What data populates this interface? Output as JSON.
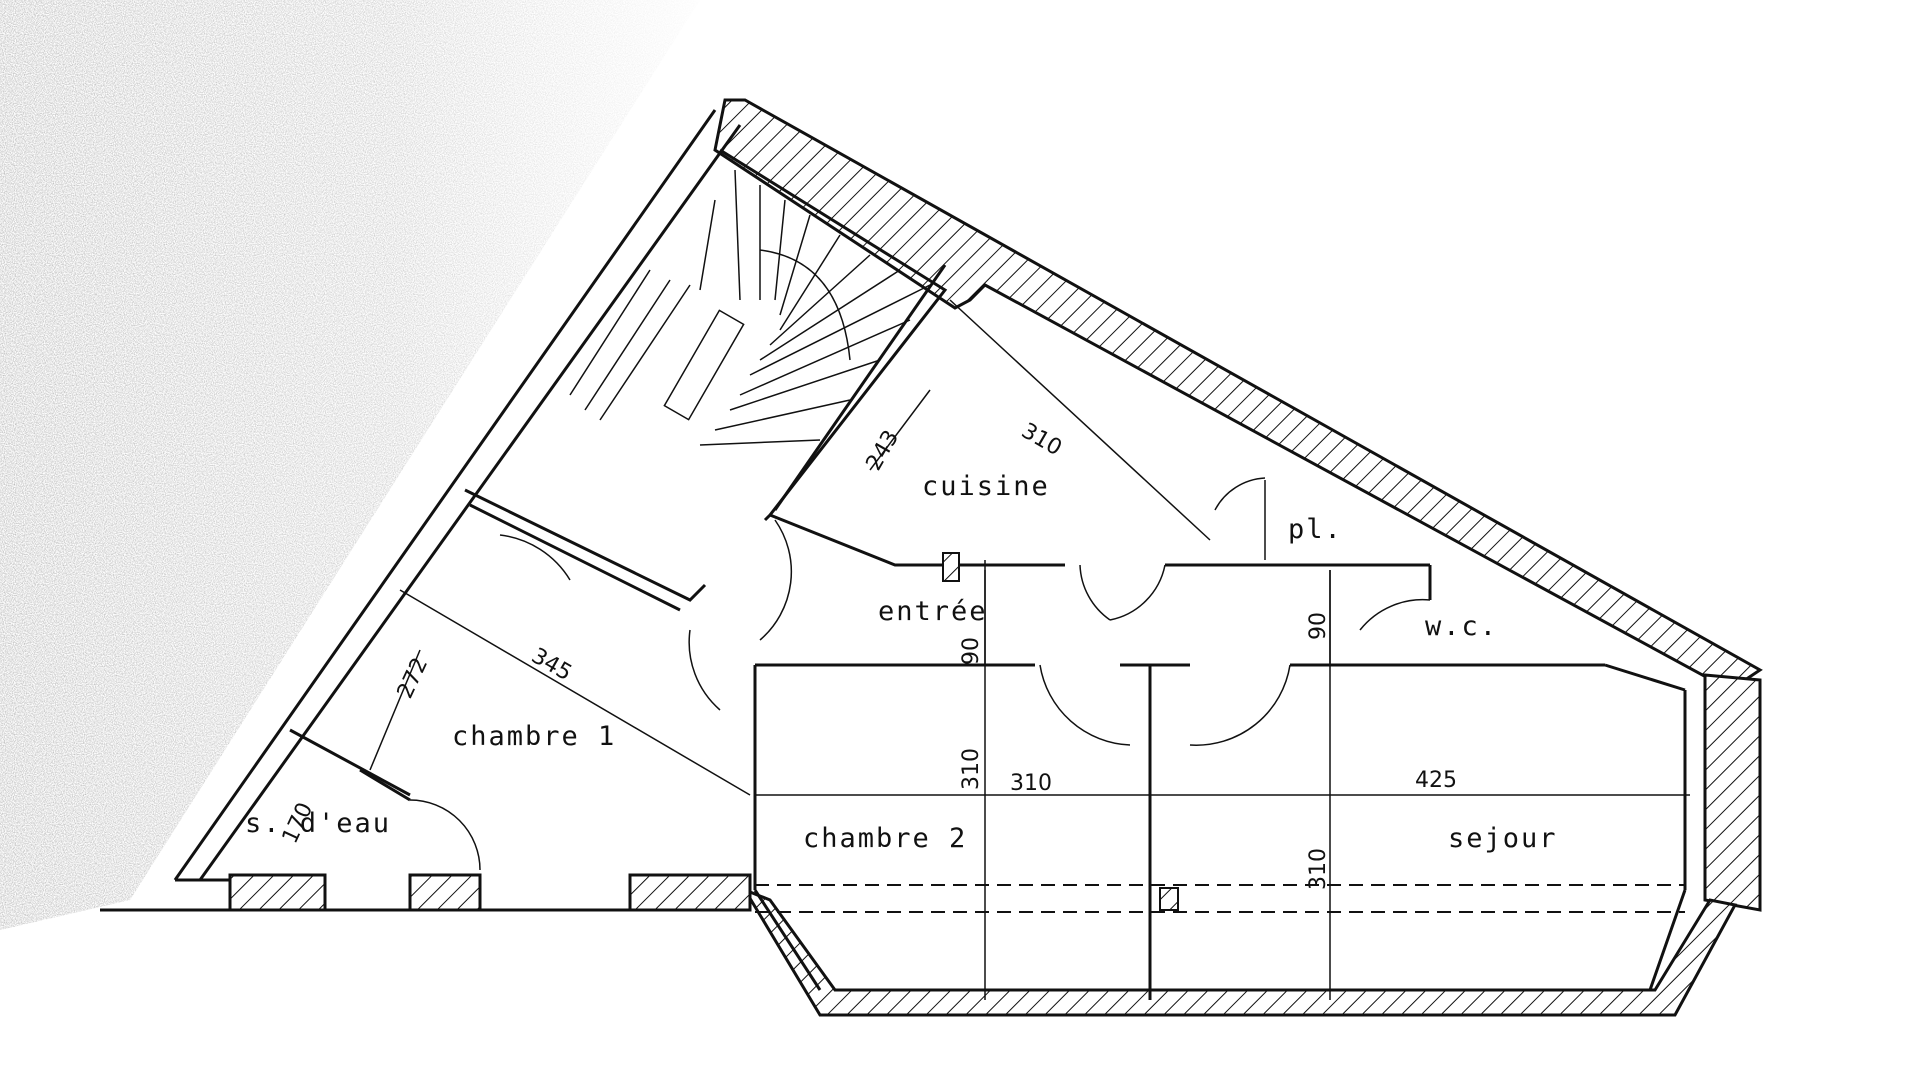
{
  "rooms": {
    "cuisine": "cuisine",
    "pl": "pl.",
    "entree": "entrée",
    "wc": "w.c.",
    "chambre1": "chambre 1",
    "chambre2": "chambre 2",
    "sdeau": "s. d'eau",
    "sejour": "sejour"
  },
  "dimensions": {
    "cuisine_depth": "243",
    "cuisine_width": "310",
    "chambre1_depth": "272",
    "chambre1_width": "345",
    "sdeau": "170",
    "entree_left": "90",
    "entree_right": "90",
    "chambre2_height": "310",
    "chambre2_width": "310",
    "sejour_width": "425",
    "sejour_height": "310"
  },
  "colors": {
    "ink": "#111111",
    "paper": "#ffffff",
    "speckle": "#8a8a8a"
  }
}
